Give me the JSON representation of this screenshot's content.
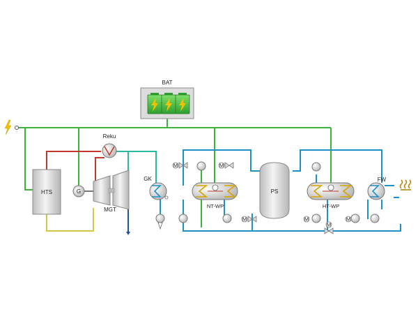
{
  "labels": {
    "battery": "BAT",
    "recuperator": "Reku",
    "hts": "HTS",
    "generator": "G",
    "mgt": "MGT",
    "gk": "GK",
    "nt_wp": "NT-WP",
    "ps": "PS",
    "ht_wp": "HT-WP",
    "fw": "FW",
    "motor": "M"
  },
  "colors": {
    "electric": "#3cb43c",
    "cold_water": "#1e90c8",
    "return_water": "#1f4fa0",
    "exhaust": "#c0392b",
    "air_gas": "#d9c54a",
    "hot_water": "#2bb7a0",
    "component_fill": "#dcdcdc",
    "component_stroke": "#8a8a8a",
    "bolt": "#f2c200",
    "heat": "#b8860b"
  },
  "icons": {
    "power_source": "lightning-bolt-icon",
    "heat_output": "heat-waves-icon",
    "pump": "pump-icon",
    "valve": "three-way-valve-icon",
    "motor": "motor-icon",
    "heat_exchanger": "heat-exchanger-icon",
    "battery_cell": "battery-cell-icon"
  }
}
